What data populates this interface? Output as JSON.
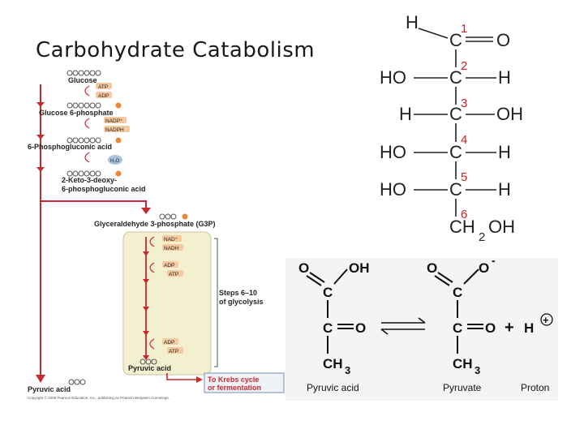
{
  "slide": {
    "title": "Carbohydrate Catabolism"
  },
  "pathway": {
    "compounds": {
      "glucose": "Glucose",
      "g6p": "Glucose 6-phosphate",
      "pga": "6-Phosphogluconic acid",
      "kdpg_line1": "2-Keto-3-deoxy-",
      "kdpg_line2": "6-phosphogluconic acid",
      "g3p": "Glyceraldehyde 3-phosphate (G3P)",
      "pyruvic_inner": "Pyruvic acid",
      "pyruvic_bottom": "Pyruvic acid"
    },
    "cofactors": {
      "atp1": "ATP",
      "adp1": "ADP",
      "nadp": "NADP⁺",
      "nadph": "NADPH",
      "h2o": "H₂O",
      "nad": "NAD⁺",
      "nadh": "NADH",
      "adp2": "ADP",
      "atp2": "ATP",
      "adp3": "ADP",
      "atp3": "ATP"
    },
    "carbon_label": "C",
    "phosphate_label": "P",
    "steps_line1": "Steps 6–10",
    "steps_line2": "of glycolysis",
    "krebs_line1": "To Krebs cycle",
    "krebs_line2": "or fermentation",
    "copyright": "Copyright © 2009 Pearson Education, Inc., publishing as Pearson Benjamin Cummings."
  },
  "structure": {
    "carbon_numbers": [
      "1",
      "2",
      "3",
      "4",
      "5",
      "6"
    ],
    "row1": {
      "left": "H",
      "center": "C",
      "right": "O"
    },
    "row2": {
      "left": "HO",
      "center": "C",
      "right": "H"
    },
    "row3": {
      "left": "H",
      "center": "C",
      "right": "OH"
    },
    "row4": {
      "left": "HO",
      "center": "C",
      "right": "H"
    },
    "row5": {
      "left": "HO",
      "center": "C",
      "right": "H"
    },
    "row6": {
      "main": "CH",
      "sub": "2",
      "tail": "OH"
    }
  },
  "equilibrium": {
    "acid": {
      "o_top": "O",
      "oh_top": "OH",
      "c1": "C",
      "c2": "C",
      "o_side": "O",
      "ch": "CH",
      "sub": "3",
      "label": "Pyruvic acid"
    },
    "base": {
      "o_top": "O",
      "o_minus": "O",
      "minus": "-",
      "c1": "C",
      "c2": "C",
      "o_side": "O",
      "ch": "CH",
      "sub": "3",
      "label": "Pyruvate"
    },
    "plus": "+",
    "proton": "H",
    "proton_charge": "+",
    "proton_label": "Proton"
  }
}
